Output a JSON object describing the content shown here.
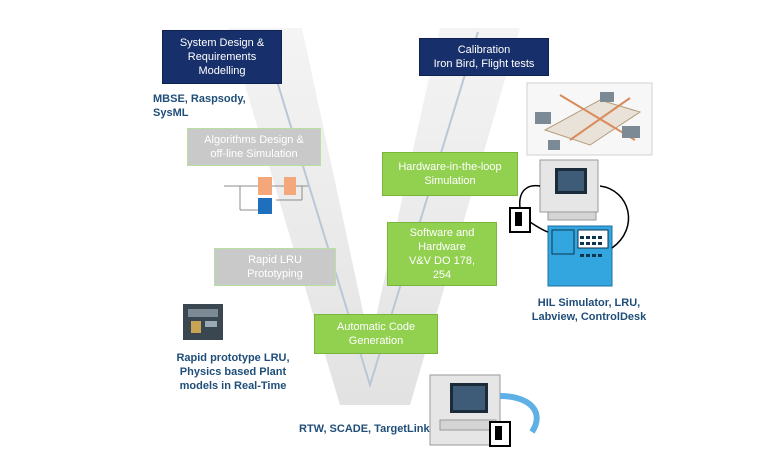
{
  "phases": {
    "system_design": "System Design  &\nRequirements\nModelling",
    "algorithms_design": "Algorithms Design  &\noff-line Simulation",
    "rapid_lru": "Rapid LRU\nPrototyping",
    "auto_code": "Automatic Code\nGeneration",
    "sw_hw_vv": "Software and\nHardware\nV&V DO 178,\n254",
    "hil": "Hardware-in-the-loop\nSimulation",
    "calibration": "Calibration\nIron Bird, Flight tests"
  },
  "tools": {
    "mbse": "MBSE, Raspsody,\nSysML",
    "rapid_proto": "Rapid prototype LRU,\nPhysics based  Plant\nmodels in Real-Time",
    "rtw": "RTW, SCADE, TargetLink",
    "hil_sim": "HIL Simulator, LRU,\nLabview, ControlDesk"
  },
  "colors": {
    "navy": "#17306b",
    "green": "#92d050",
    "label_blue": "#1f4e79",
    "v_shape": "#ececec"
  }
}
